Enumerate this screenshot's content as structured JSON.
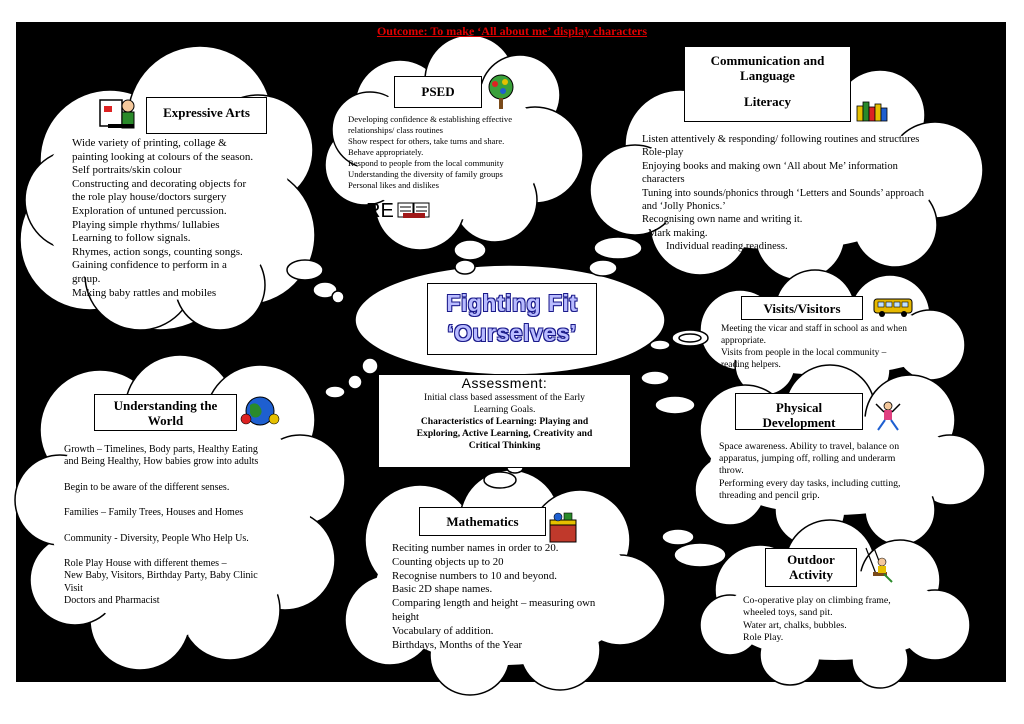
{
  "outcome": "Outcome: To make ‘All about me’ display characters",
  "title": {
    "line1": "Fighting Fit",
    "line2": "‘Ourselves’"
  },
  "expressive_arts": {
    "heading": "Expressive Arts",
    "icon": "painter-icon",
    "lines": [
      "Wide variety of printing, collage &",
      "painting looking at colours of the season.",
      "Self portraits/skin colour",
      "Constructing and decorating objects for",
      "the role play house/doctors surgery",
      "Exploration of untuned percussion.",
      "Playing simple rhythms/ lullabies",
      "Learning to follow signals.",
      "Rhymes, action songs, counting songs.",
      "Gaining confidence to perform in a",
      "group.",
      "Making baby rattles and mobiles"
    ]
  },
  "psed": {
    "heading": "PSED",
    "icon": "tree-icon",
    "lines": [
      "Developing confidence & establishing effective",
      "relationships/ class routines",
      "Show respect for others, take turns and share.",
      "Behave appropriately.",
      "Respond to people from the local community",
      "Understanding the diversity of family groups",
      "Personal likes and dislikes"
    ],
    "re_label": "RE"
  },
  "communication": {
    "heading1": "Communication and",
    "heading2": "Language",
    "heading3": "Literacy",
    "icon": "books-icon",
    "lines": [
      "Listen attentively & responding/ following routines and structures",
      "Role-play",
      "Enjoying books and making own ‘All about Me’ information",
      "characters",
      "Tuning into sounds/phonics through ‘Letters and Sounds’ approach",
      "and ‘Jolly Phonics.’",
      "Recognising own name and writing it.",
      "Mark making.",
      "Individual reading readiness."
    ]
  },
  "visits": {
    "heading": "Visits/Visitors",
    "icon": "bus-icon",
    "lines": [
      "Meeting the vicar and staff in school as and when",
      "appropriate.",
      "Visits from people in the local community –",
      "reading helpers."
    ]
  },
  "assessment": {
    "heading": "Assessment:",
    "line1": "Initial class based assessment of the Early",
    "line2": "Learning Goals.",
    "bold1": "Characteristics of Learning: Playing and",
    "bold2": "Exploring, Active Learning, Creativity and",
    "bold3": "Critical Thinking"
  },
  "understanding": {
    "heading1": "Understanding the",
    "heading2": "World",
    "icon": "globe-icon",
    "p1": [
      "Growth – Timelines, Body parts, Healthy Eating",
      "and Being Healthy, How babies grow into adults"
    ],
    "p2": [
      "Begin to be aware of the different senses."
    ],
    "p3": [
      "Families – Family Trees, Houses and Homes"
    ],
    "p4": [
      "Community  - Diversity, People Who Help Us."
    ],
    "p5": [
      "Role Play House with different themes –",
      "New Baby, Visitors, Birthday Party, Baby Clinic",
      "Visit",
      "Doctors and Pharmacist"
    ]
  },
  "physical": {
    "heading1": "Physical",
    "heading2": "Development",
    "icon": "jumping-child-icon",
    "lines": [
      "Space awareness. Ability to travel, balance on",
      "apparatus, jumping off, rolling and underarm",
      "throw.",
      "Performing every day tasks, including cutting,",
      "threading and pencil grip."
    ]
  },
  "mathematics": {
    "heading": "Mathematics",
    "icon": "toy-box-icon",
    "lines": [
      "Reciting number names in order to 20.",
      "Counting objects up to 20",
      "Recognise numbers to 10 and beyond.",
      "Basic 2D shape names.",
      "Comparing length and height – measuring own",
      "height",
      "Vocabulary of addition.",
      "Birthdays, Months of the Year"
    ]
  },
  "outdoor": {
    "heading1": "Outdoor",
    "heading2": "Activity",
    "icon": "swing-icon",
    "lines": [
      "Co-operative play on climbing frame,",
      "wheeled toys, sand pit.",
      "Water art, chalks, bubbles.",
      "Role Play."
    ]
  },
  "colors": {
    "background": "#000000",
    "outcome": "#e00000",
    "title_fill": "#b9bcff",
    "title_outline": "#1a1a8a"
  }
}
